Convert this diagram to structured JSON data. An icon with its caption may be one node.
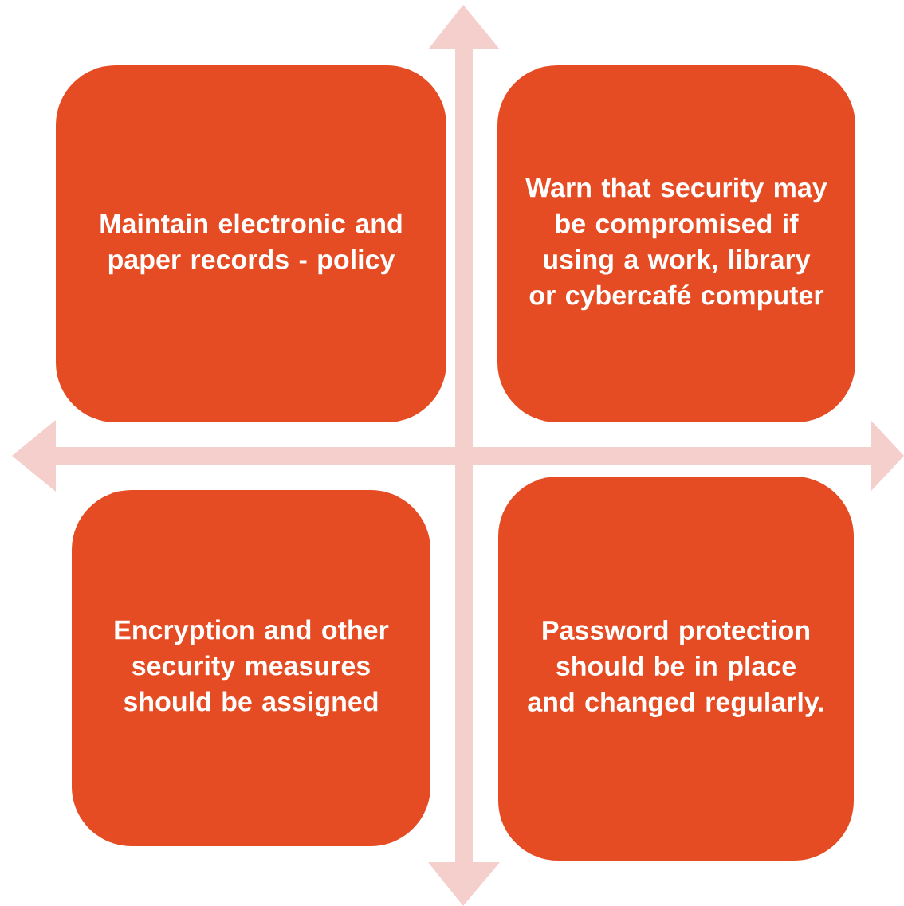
{
  "diagram": {
    "nodes": [
      {
        "text": [
          "Maintain electronic and paper records - policy"
        ]
      },
      {
        "text": [
          "Warn that security may be compromised if using a work, library or cybercafé computer"
        ]
      },
      {
        "text": [
          "Encryption and other security measures should be assigned"
        ]
      },
      {
        "text": [
          "Password protection should be in place and changed regularly."
        ]
      }
    ]
  }
}
